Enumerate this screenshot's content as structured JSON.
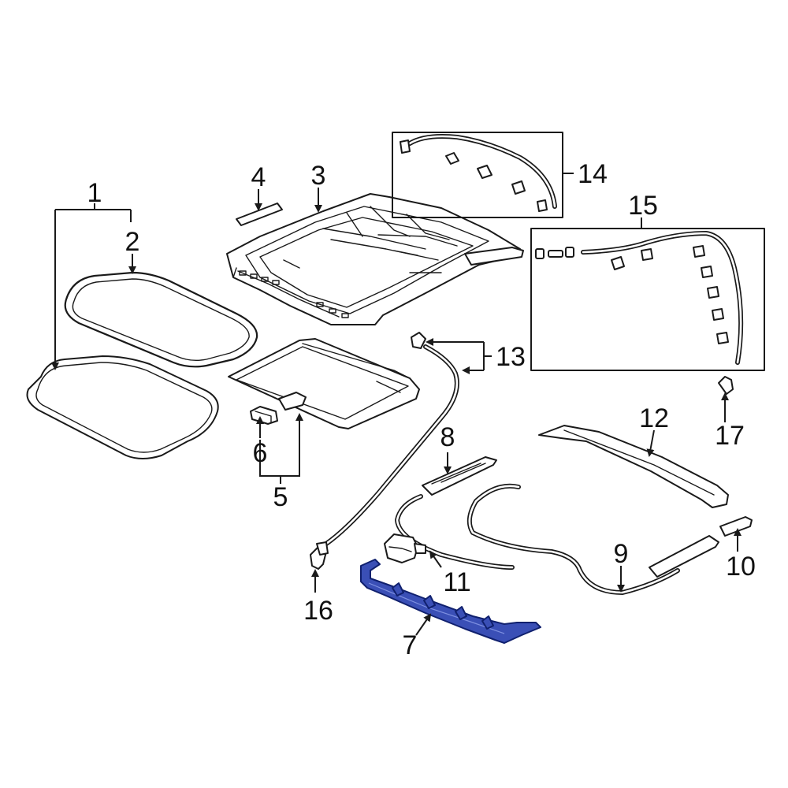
{
  "diagram": {
    "highlight_color": "#3a4fb6",
    "line_color": "#1a1a1a",
    "background": "#ffffff",
    "callouts": [
      {
        "id": "1",
        "text": "1"
      },
      {
        "id": "2",
        "text": "2"
      },
      {
        "id": "3",
        "text": "3"
      },
      {
        "id": "4",
        "text": "4"
      },
      {
        "id": "5",
        "text": "5"
      },
      {
        "id": "6",
        "text": "6"
      },
      {
        "id": "7",
        "text": "7"
      },
      {
        "id": "8",
        "text": "8"
      },
      {
        "id": "9",
        "text": "9"
      },
      {
        "id": "10",
        "text": "10"
      },
      {
        "id": "11",
        "text": "11"
      },
      {
        "id": "12",
        "text": "12"
      },
      {
        "id": "13",
        "text": "13"
      },
      {
        "id": "14",
        "text": "14"
      },
      {
        "id": "15",
        "text": "15"
      },
      {
        "id": "16",
        "text": "16"
      },
      {
        "id": "17",
        "text": "17"
      }
    ],
    "highlighted_part": "7"
  }
}
